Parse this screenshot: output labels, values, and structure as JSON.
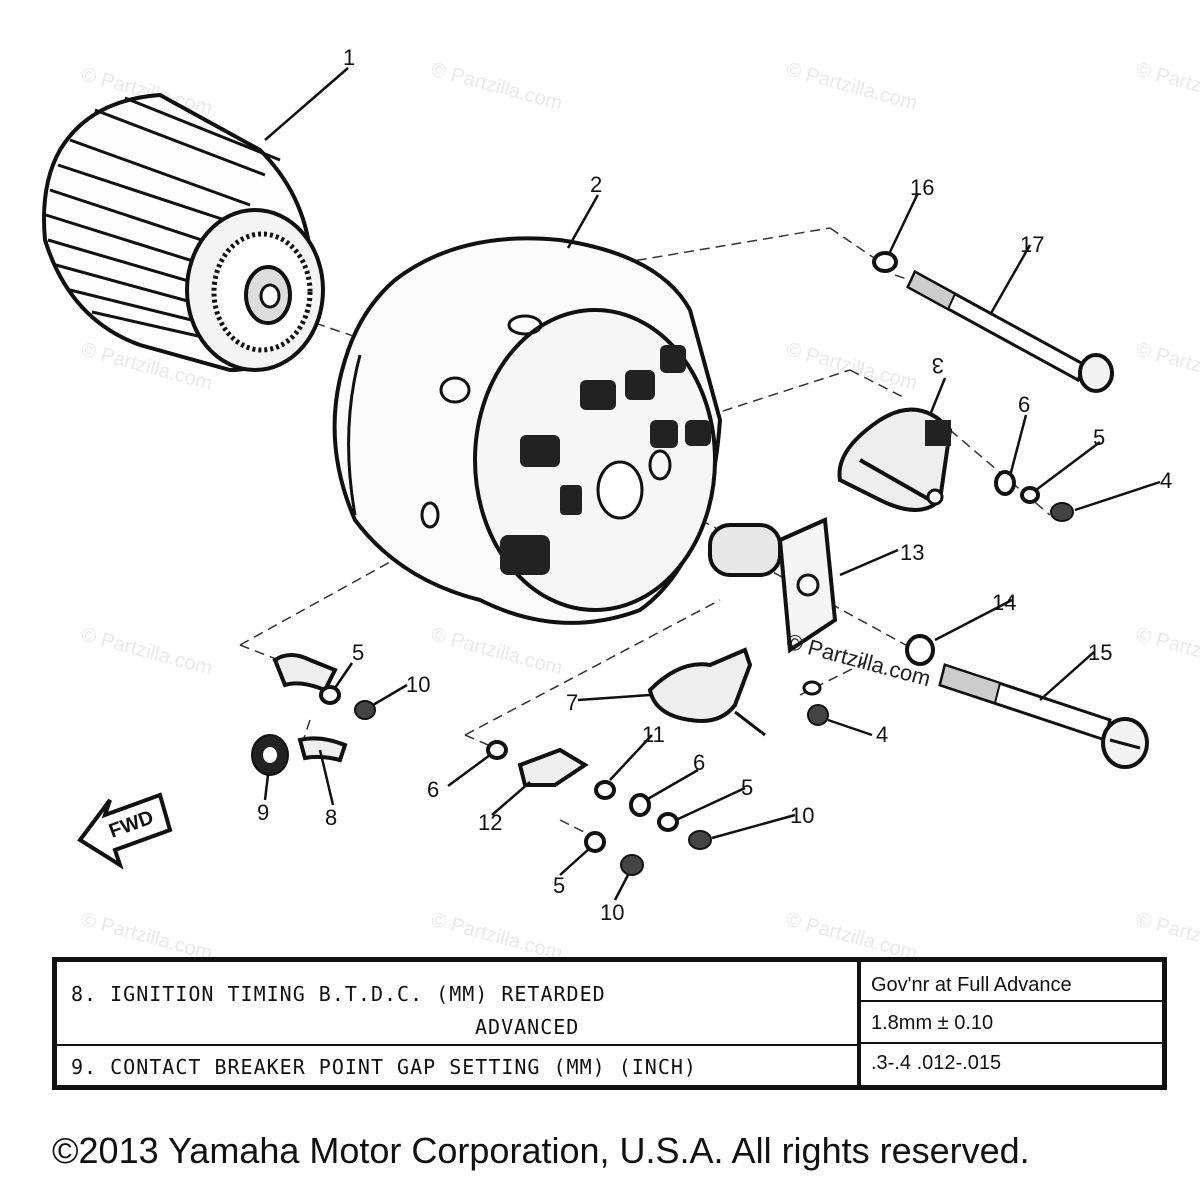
{
  "watermark": {
    "text": "© Partzilla.com"
  },
  "fwd_label": "FWD",
  "callouts": [
    {
      "id": "c1",
      "text": "1"
    },
    {
      "id": "c2",
      "text": "2"
    },
    {
      "id": "c3",
      "text": "3"
    },
    {
      "id": "c4a",
      "text": "4"
    },
    {
      "id": "c4b",
      "text": "4"
    },
    {
      "id": "c5a",
      "text": "5"
    },
    {
      "id": "c5b",
      "text": "5"
    },
    {
      "id": "c5c",
      "text": "5"
    },
    {
      "id": "c5d",
      "text": "5"
    },
    {
      "id": "c6a",
      "text": "6"
    },
    {
      "id": "c6b",
      "text": "6"
    },
    {
      "id": "c6c",
      "text": "6"
    },
    {
      "id": "c7",
      "text": "7"
    },
    {
      "id": "c8",
      "text": "8"
    },
    {
      "id": "c9",
      "text": "9"
    },
    {
      "id": "c10a",
      "text": "10"
    },
    {
      "id": "c10b",
      "text": "10"
    },
    {
      "id": "c10c",
      "text": "10"
    },
    {
      "id": "c11",
      "text": "11"
    },
    {
      "id": "c12",
      "text": "12"
    },
    {
      "id": "c13",
      "text": "13"
    },
    {
      "id": "c14",
      "text": "14"
    },
    {
      "id": "c15",
      "text": "15"
    },
    {
      "id": "c16",
      "text": "16"
    },
    {
      "id": "c17",
      "text": "17"
    }
  ],
  "spec_table": {
    "row1_label": "8.  IGNITION TIMING B.T.D.C. (MM) RETARDED",
    "row2_label": "ADVANCED",
    "row3_label": "9.  CONTACT BREAKER POINT GAP SETTING (MM) (INCH)",
    "header_value": "Gov'nr at Full Advance",
    "row2_value": "1.8mm ± 0.10",
    "row3_value": ".3-.4  .012-.015"
  },
  "copyright": "©2013 Yamaha Motor Corporation, U.S.A. All rights reserved."
}
